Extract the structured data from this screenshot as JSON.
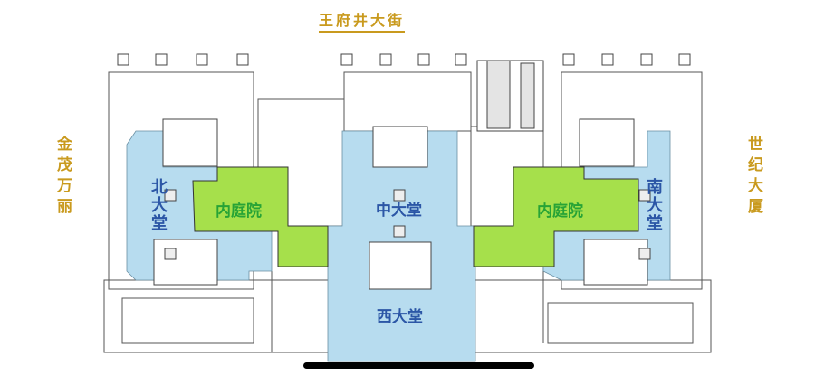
{
  "streets": {
    "top": "王府井大街",
    "left": "金茂万丽",
    "right": "世纪大厦"
  },
  "areas": {
    "north_lobby": "北大堂",
    "central_lobby": "中大堂",
    "west_lobby": "西大堂",
    "south_lobby": "南大堂",
    "courtyard_left": "内庭院",
    "courtyard_right": "内庭院"
  },
  "colors": {
    "lobby": "#b7dcef",
    "courtyard": "#a6e04b",
    "street_label": "#c99a1e",
    "lobby_label": "#2b56a6",
    "courtyard_label": "#27a336"
  }
}
